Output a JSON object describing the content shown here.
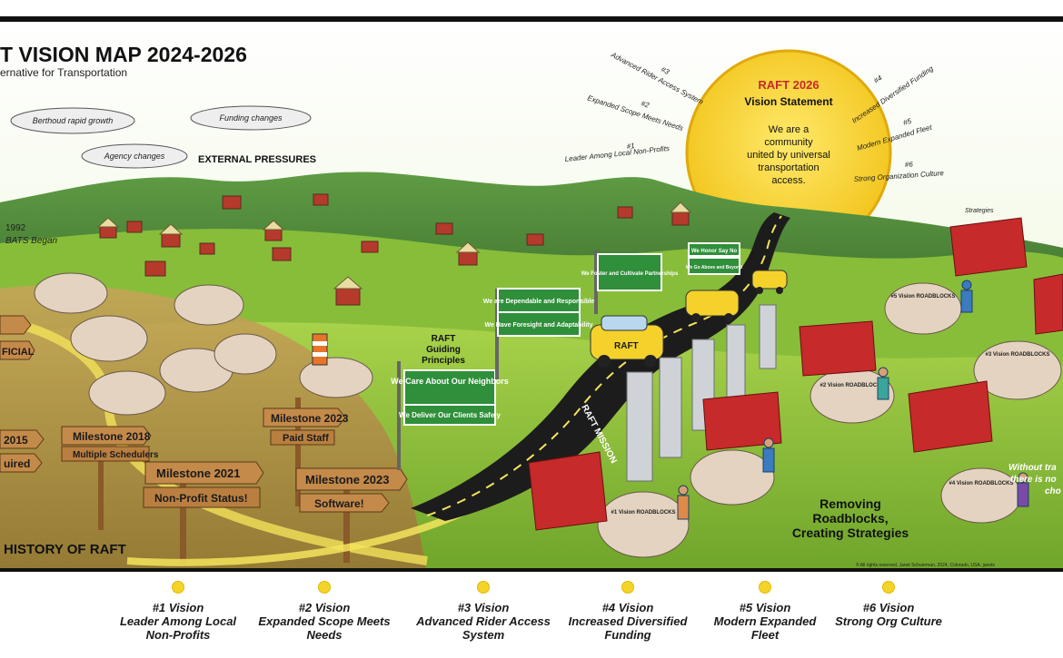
{
  "header": {
    "title": "T VISION MAP 2024-2026",
    "subtitle": "ernative for Transportation"
  },
  "external": {
    "clouds": [
      "Berthoud rapid growth",
      "Funding changes",
      "Agency changes"
    ],
    "label": "EXTERNAL PRESSURES"
  },
  "history": {
    "year": "1992",
    "year_caption": "BATS Began",
    "label": "HISTORY OF RAFT",
    "signs": [
      "FICIAL",
      "2015",
      "uired",
      "Milestone 2018",
      "Multiple Schedulers",
      "Milestone 2023",
      "Paid Staff",
      "Milestone 2021",
      "Non-Profit Status!",
      "Milestone 2023",
      "Software!"
    ]
  },
  "vision_statement": {
    "title": "RAFT 2026",
    "subtitle": "Vision Statement",
    "lines": [
      "We are a",
      "community",
      "united by universal",
      "transportation",
      "access."
    ]
  },
  "arc_visions": [
    {
      "num": "#3",
      "text": "Advanced Rider Access System"
    },
    {
      "num": "#2",
      "text": "Expanded Scope Meets Needs"
    },
    {
      "num": "#1",
      "text": "Leader Among Local Non-Profits"
    },
    {
      "num": "#4",
      "text": "Increased Diversified Funding"
    },
    {
      "num": "#5",
      "text": "Modern Expanded Fleet"
    },
    {
      "num": "#6",
      "text": "Strong Organization Culture"
    }
  ],
  "principles": {
    "label_lines": [
      "RAFT",
      "Guiding",
      "Principles"
    ],
    "signs": [
      "We Care About Our Neighbors",
      "We Deliver Our Clients Safely",
      "We are Dependable and Responsible",
      "We Have Foresight and Adaptability",
      "We Foster and Cultivate Partnerships",
      "We Honor Say No",
      "We Go Above and Beyond"
    ]
  },
  "road": {
    "mission": "RAFT MISSION",
    "taxi_label": "RAFT"
  },
  "strategies": {
    "label_lines": [
      "Removing",
      "Roadblocks,",
      "Creating Strategies"
    ],
    "flag_title": "Strategies",
    "roadblock_titles": [
      "#1 Vision ROADBLOCKS",
      "#2 Vision ROADBLOCKS",
      "#3 Vision ROADBLOCKS",
      "#4 Vision ROADBLOCKS",
      "#5 Vision ROADBLOCKS"
    ],
    "right_text_lines": [
      "Without tra",
      "there is no",
      "cho"
    ]
  },
  "footer_credit": "© All rights reserved. Janet Schuerman, 2024, Colorado, USA. janets",
  "legend": [
    {
      "num": "#1 Vision",
      "lines": [
        "Leader Among Local",
        "Non-Profits"
      ]
    },
    {
      "num": "#2 Vision",
      "lines": [
        "Expanded Scope Meets",
        "Needs"
      ]
    },
    {
      "num": "#3 Vision",
      "lines": [
        "Advanced Rider Access",
        "System"
      ]
    },
    {
      "num": "#4 Vision",
      "lines": [
        "Increased Diversified",
        "Funding"
      ]
    },
    {
      "num": "#5 Vision",
      "lines": [
        "Modern Expanded",
        "Fleet"
      ]
    },
    {
      "num": "#6 Vision",
      "lines": [
        "Strong Org Culture"
      ]
    }
  ],
  "colors": {
    "sky_top": "#ffffff",
    "sky_bottom": "#e6f5c8",
    "hill_dark": "#4f8a3a",
    "meadow": "#9ccc3c",
    "sun": "#f7d63a",
    "road": "#1c1c1c",
    "sign_green": "#2f8f3a",
    "flag_red": "#c62a2a",
    "sign_wood": "#c48a4a"
  }
}
